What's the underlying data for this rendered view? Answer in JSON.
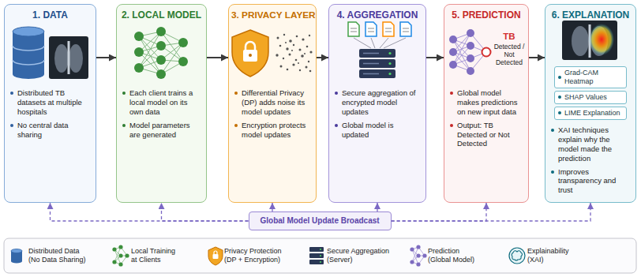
{
  "diagram": {
    "nodes": [
      {
        "text": [
          "1. DATA",
          "Distributed TB datasets at multiple hospitals",
          "No central data sharing"
        ]
      },
      {
        "text": [
          "2. LOCAL MODEL",
          "Each client trains a local model on its own data",
          "Model parameters are generated"
        ]
      },
      {
        "text": [
          "3. PRIVACY LAYER",
          "Differential Privacy (DP) adds noise its model updates",
          "Encryption protects model updates"
        ]
      },
      {
        "text": [
          "4. AGGREGATION",
          "Secure aggregation of encrypted model updates",
          "Global model is updated"
        ]
      },
      {
        "text": [
          "5. PREDICTION",
          "TB",
          "Detected / Not Detected",
          "Global model makes predictions on new input data",
          "Output: TB Detected or Not Detected"
        ]
      },
      {
        "text": [
          "6. EXPLANATION",
          "XAI techniques explain why the model made the prediction",
          "Improves transparency and trust"
        ]
      },
      {
        "text": [
          "Grad-CAM Heatmap"
        ],
        "in": 5
      },
      {
        "text": [
          "SHAP Values"
        ],
        "in": 5
      },
      {
        "text": [
          "LIME Explanation"
        ],
        "in": 5
      },
      {
        "text": [
          "Global Model Update Broadcast"
        ]
      }
    ],
    "edges": [
      {
        "from": 0,
        "to": 1,
        "arrow": "to"
      },
      {
        "from": 1,
        "to": 2,
        "arrow": "to"
      },
      {
        "from": 2,
        "to": 3,
        "arrow": "to"
      },
      {
        "from": 3,
        "to": 4,
        "arrow": "to"
      },
      {
        "from": 4,
        "to": 5,
        "arrow": "to"
      },
      {
        "from": 9,
        "to": 0,
        "arrow": "to"
      },
      {
        "from": 9,
        "to": 1,
        "arrow": "to"
      },
      {
        "from": 9,
        "to": 2,
        "arrow": "to"
      },
      {
        "from": 9,
        "to": 3,
        "arrow": "to"
      },
      {
        "from": 9,
        "to": 4,
        "arrow": "to"
      },
      {
        "from": 9,
        "to": 5,
        "arrow": "to"
      }
    ],
    "legend": [
      {
        "text": "Distributed Data (No Data Sharing)"
      },
      {
        "text": "Local Training at Clients"
      },
      {
        "text": "Privacy Protection (DP + Encryption)"
      },
      {
        "text": "Secure Aggregation (Server)"
      },
      {
        "text": "Prediction (Global Model)"
      },
      {
        "text": "Explainability (XAI)"
      }
    ]
  }
}
